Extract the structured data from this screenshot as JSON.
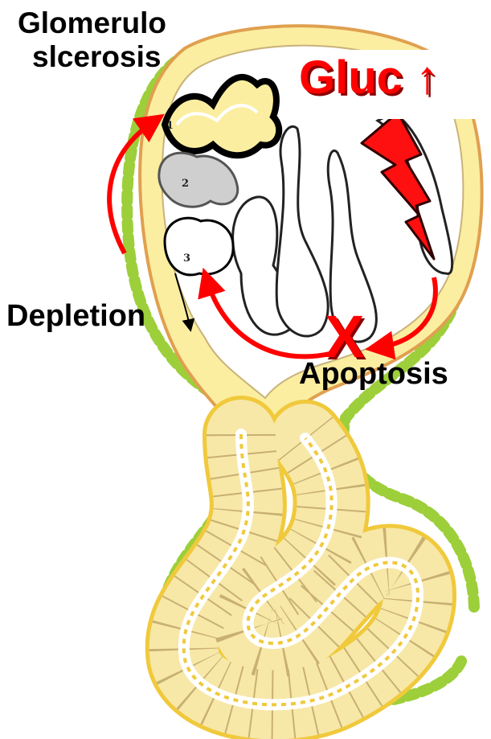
{
  "labels": {
    "glomerulo_line1": "Glomerulo",
    "glomerulo_line2": "slcerosis",
    "gluc": "Gluc ↑",
    "depletion": "Depletion",
    "apoptosis": "Apoptosis",
    "x_mark": "X"
  },
  "glomeruli_numbers": [
    "1",
    "2",
    "3"
  ],
  "colors": {
    "accent_red": "#ff0000",
    "capsule_yellow": "#fbeea0",
    "tubule_yellow": "#f7e8a8",
    "tubule_border": "#f0c93c",
    "interstitium_green": "#9ccf3a",
    "capsule_orange": "#e0a050"
  }
}
